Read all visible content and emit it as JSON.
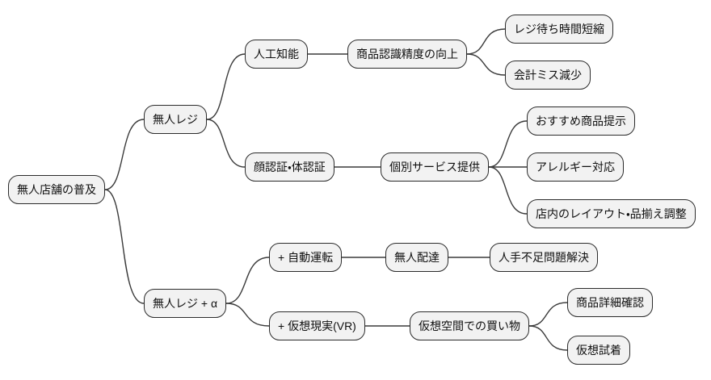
{
  "diagram": {
    "type": "mindmap",
    "root_label": "無人店舗の普及",
    "colors": {
      "background": "#ffffff",
      "node_fill": "#f2f2f2",
      "node_border": "#2b2b2b",
      "connector": "#3a3a3a"
    }
  },
  "nodes": [
    {
      "id": "root",
      "parent": null,
      "level": 0,
      "label": "無人店舗の普及"
    },
    {
      "id": "reji",
      "parent": "root",
      "level": 1,
      "label": "無人レジ"
    },
    {
      "id": "ai",
      "parent": "reji",
      "level": 2,
      "label": "人工知能"
    },
    {
      "id": "recognition",
      "parent": "ai",
      "level": 3,
      "label": "商品認識精度の向上"
    },
    {
      "id": "wait",
      "parent": "recognition",
      "level": 4,
      "label": "レジ待ち時間短縮"
    },
    {
      "id": "error",
      "parent": "recognition",
      "level": 4,
      "label": "会計ミス減少"
    },
    {
      "id": "auth",
      "parent": "reji",
      "level": 2,
      "label": "顔認証・体認証"
    },
    {
      "id": "service",
      "parent": "auth",
      "level": 3,
      "label": "個別サービス提供"
    },
    {
      "id": "recommend",
      "parent": "service",
      "level": 4,
      "label": "おすすめ商品提示"
    },
    {
      "id": "allergy",
      "parent": "service",
      "level": 4,
      "label": "アレルギー対応"
    },
    {
      "id": "layout",
      "parent": "service",
      "level": 4,
      "label": "店内のレイアウト・品揃え調整"
    },
    {
      "id": "alpha",
      "parent": "root",
      "level": 1,
      "label": "無人レジ + α"
    },
    {
      "id": "driving",
      "parent": "alpha",
      "level": 2,
      "label": "+ 自動運転"
    },
    {
      "id": "delivery",
      "parent": "driving",
      "level": 3,
      "label": "無人配達"
    },
    {
      "id": "labor",
      "parent": "delivery",
      "level": 4,
      "label": "人手不足問題解決"
    },
    {
      "id": "vr",
      "parent": "alpha",
      "level": 2,
      "label": "+ 仮想現実(VR)"
    },
    {
      "id": "vrshop",
      "parent": "vr",
      "level": 3,
      "label": "仮想空間での買い物"
    },
    {
      "id": "detail",
      "parent": "vrshop",
      "level": 4,
      "label": "商品詳細確認"
    },
    {
      "id": "fitting",
      "parent": "vrshop",
      "level": 4,
      "label": "仮想試着"
    }
  ]
}
